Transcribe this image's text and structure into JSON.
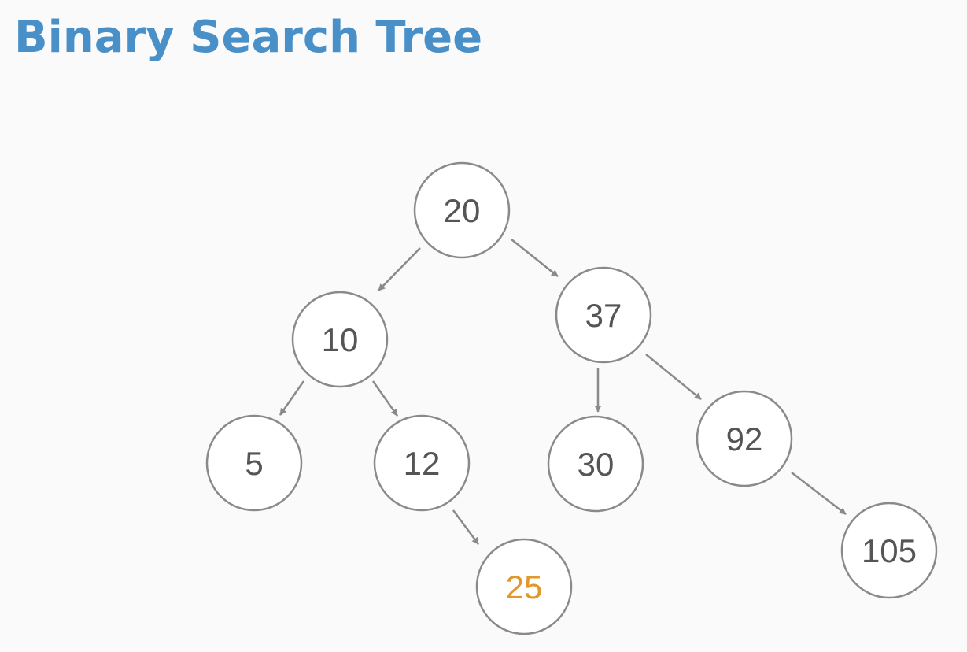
{
  "title": "Binary Search Tree",
  "colors": {
    "title": "#4a90c8",
    "node_stroke": "#8a8a8a",
    "node_text": "#555555",
    "highlight_text": "#e0982a",
    "background": "#fafafa"
  },
  "nodes": [
    {
      "id": "n20",
      "label": "20"
    },
    {
      "id": "n10",
      "label": "10"
    },
    {
      "id": "n37",
      "label": "37"
    },
    {
      "id": "n5",
      "label": "5"
    },
    {
      "id": "n12",
      "label": "12"
    },
    {
      "id": "n30",
      "label": "30"
    },
    {
      "id": "n92",
      "label": "92"
    },
    {
      "id": "n25",
      "label": "25",
      "highlight": true
    },
    {
      "id": "n105",
      "label": "105"
    }
  ],
  "edges": [
    {
      "from": "n20",
      "to": "n10"
    },
    {
      "from": "n20",
      "to": "n37"
    },
    {
      "from": "n10",
      "to": "n5"
    },
    {
      "from": "n10",
      "to": "n12"
    },
    {
      "from": "n37",
      "to": "n30"
    },
    {
      "from": "n37",
      "to": "n92"
    },
    {
      "from": "n12",
      "to": "n25"
    },
    {
      "from": "n92",
      "to": "n105"
    }
  ]
}
